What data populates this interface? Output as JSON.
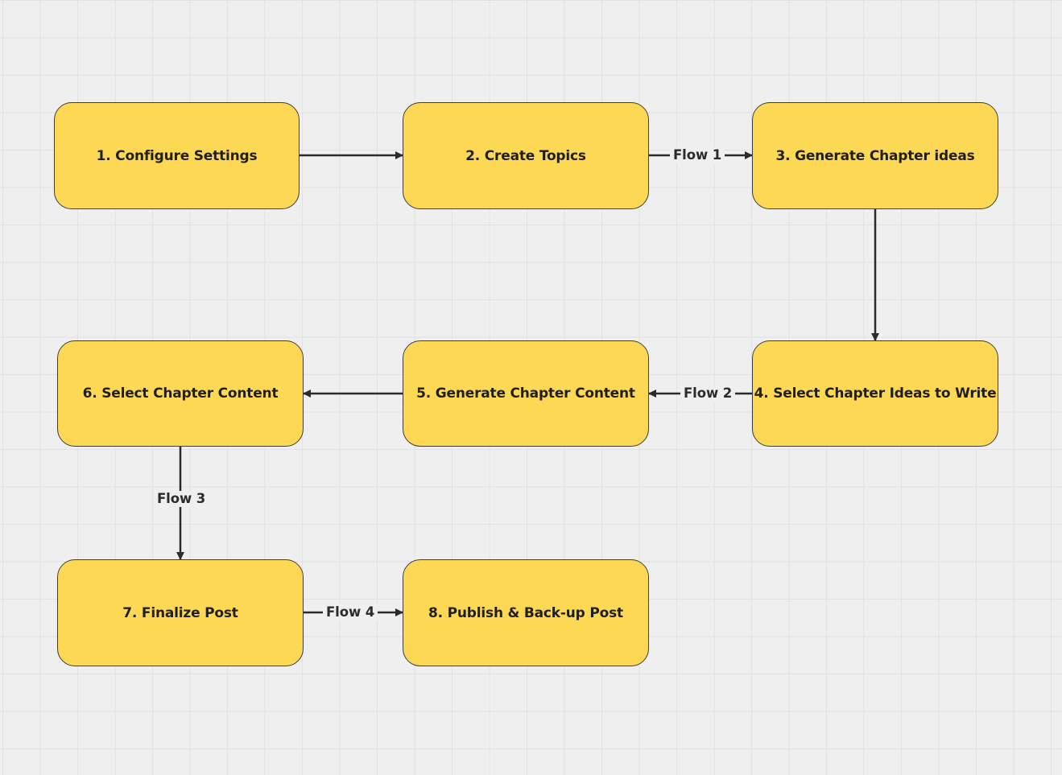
{
  "diagram": {
    "colors": {
      "node_fill": "#fdd854",
      "node_border": "#3d3d3d",
      "connector": "#2b2b2b",
      "canvas": "#efefef",
      "grid": "#e2e2e2"
    },
    "nodes": [
      {
        "id": "n1",
        "label": "1. Configure Settings"
      },
      {
        "id": "n2",
        "label": "2. Create Topics"
      },
      {
        "id": "n3",
        "label": "3. Generate Chapter ideas"
      },
      {
        "id": "n4",
        "label": "4. Select Chapter Ideas to Write"
      },
      {
        "id": "n5",
        "label": "5. Generate Chapter Content"
      },
      {
        "id": "n6",
        "label": "6. Select Chapter Content"
      },
      {
        "id": "n7",
        "label": "7. Finalize Post"
      },
      {
        "id": "n8",
        "label": "8. Publish & Back-up Post"
      }
    ],
    "edges": [
      {
        "from": "n1",
        "to": "n2",
        "label": ""
      },
      {
        "from": "n2",
        "to": "n3",
        "label": "Flow 1"
      },
      {
        "from": "n3",
        "to": "n4",
        "label": ""
      },
      {
        "from": "n4",
        "to": "n5",
        "label": "Flow 2"
      },
      {
        "from": "n5",
        "to": "n6",
        "label": ""
      },
      {
        "from": "n6",
        "to": "n7",
        "label": "Flow 3"
      },
      {
        "from": "n7",
        "to": "n8",
        "label": "Flow 4"
      }
    ]
  }
}
